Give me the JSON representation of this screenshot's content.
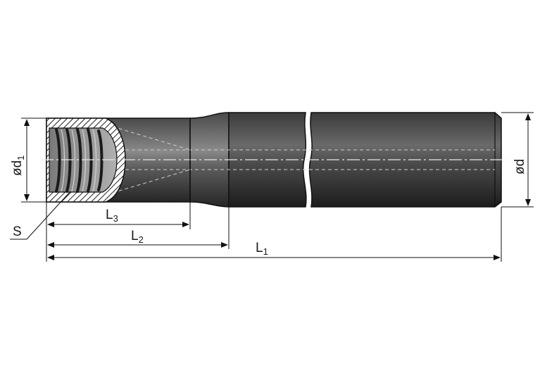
{
  "diagram": {
    "kind": "technical-drawing",
    "subject": "threaded drill rod with shank",
    "colors": {
      "body_dark": "#2b2b2b",
      "body_mid": "#5a5a5a",
      "body_light": "#8a8a8a",
      "line": "#111111",
      "hatch": "#1e1e1e",
      "thread": "#9a9a9a"
    },
    "labels": {
      "d1_prefix": "ød",
      "d1_sub": "1",
      "d": "ød",
      "s": "S",
      "l1_main": "L",
      "l1_sub": "1",
      "l2_main": "L",
      "l2_sub": "2",
      "l3_main": "L",
      "l3_sub": "3"
    }
  }
}
